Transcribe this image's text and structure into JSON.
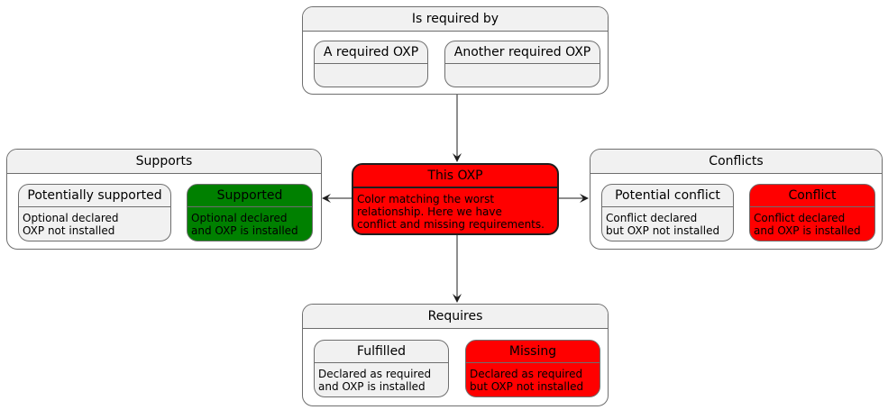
{
  "required_by": {
    "title": "Is required by",
    "states": [
      {
        "name": "A required OXP",
        "desc": ""
      },
      {
        "name": "Another required OXP",
        "desc": ""
      }
    ]
  },
  "supports": {
    "title": "Supports",
    "states": [
      {
        "name": "Potentially supported",
        "desc": "Optional declared\nOXP not installed",
        "color": "#f1f1f1"
      },
      {
        "name": "Supported",
        "desc": "Optional declared\nand OXP is installed",
        "color": "#008000"
      }
    ]
  },
  "this_oxp": {
    "name": "This OXP",
    "desc": "Color matching the worst\nrelationship. Here we have\nconflict and missing requirements.",
    "color": "#ff0000"
  },
  "conflicts": {
    "title": "Conflicts",
    "states": [
      {
        "name": "Potential conflict",
        "desc": "Conflict declared\nbut OXP not installed",
        "color": "#f1f1f1"
      },
      {
        "name": "Conflict",
        "desc": "Conflict declared\nand OXP is installed",
        "color": "#ff0000"
      }
    ]
  },
  "requires": {
    "title": "Requires",
    "states": [
      {
        "name": "Fulfilled",
        "desc": "Declared as required\nand OXP is installed",
        "color": "#f1f1f1"
      },
      {
        "name": "Missing",
        "desc": "Declared as required\nbut OXP not installed",
        "color": "#ff0000"
      }
    ]
  }
}
